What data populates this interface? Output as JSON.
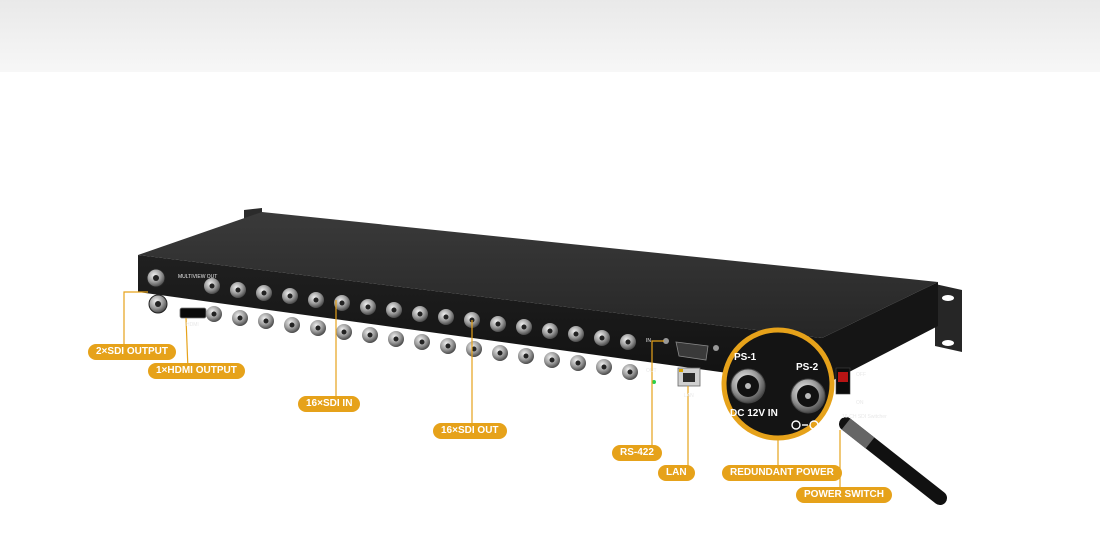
{
  "callouts": {
    "sdi_output": "2×SDI OUTPUT",
    "hdmi_output": "1×HDMI OUTPUT",
    "sdi_in": "16×SDI IN",
    "sdi_out": "16×SDI OUT",
    "rs422": "RS-422",
    "lan": "LAN",
    "redundant_power": "REDUNDANT POWER",
    "power_switch": "POWER SWITCH"
  },
  "lens": {
    "ps1": "PS-1",
    "ps2": "PS-2",
    "dc_in": "DC 12V IN"
  },
  "panel": {
    "multiview_out": "MULTIVIEW OUT",
    "hdmi": "HDMI",
    "in": "IN",
    "out": "OUT",
    "lan": "LAN",
    "off": "OFF",
    "on": "ON",
    "product": "16-CH SDI Switcher"
  },
  "colors": {
    "accent": "#e6a21a",
    "chassis": "#1c1c1c"
  }
}
